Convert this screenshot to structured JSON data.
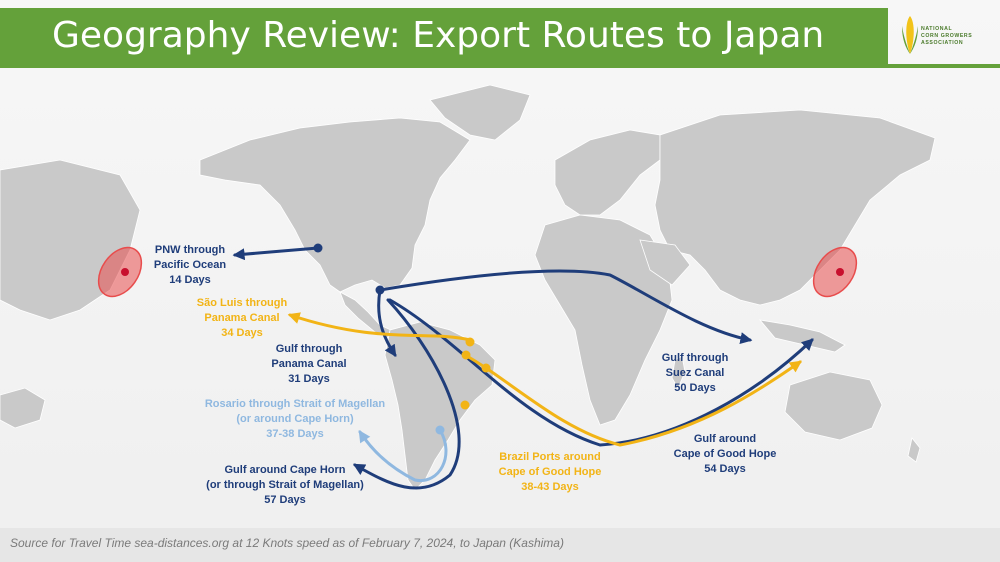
{
  "header": {
    "title": "Geography Review: Export Routes to Japan"
  },
  "logo": {
    "lines": [
      "NATIONAL",
      "CORN GROWERS",
      "ASSOCIATION"
    ]
  },
  "colors": {
    "header_green": "#64a13a",
    "gulf_route": "#1f3d7a",
    "brazil_route": "#f2b416",
    "argentina_route": "#8fb8e0",
    "land": "#c9c9c9",
    "japan_highlight": "#e84c4c"
  },
  "routes": [
    {
      "id": "pnw",
      "lines": [
        "PNW through",
        "Pacific Ocean",
        "14 Days"
      ]
    },
    {
      "id": "saoluis",
      "lines": [
        "São Luis through",
        "Panama Canal",
        "34 Days"
      ]
    },
    {
      "id": "gulf_panama",
      "lines": [
        "Gulf through",
        "Panama Canal",
        "31 Days"
      ]
    },
    {
      "id": "rosario",
      "lines": [
        "Rosario through Strait of Magellan",
        "(or around Cape Horn)",
        "37-38 Days"
      ]
    },
    {
      "id": "gulf_horn",
      "lines": [
        "Gulf around Cape Horn",
        "(or through Strait of Magellan)",
        "57 Days"
      ]
    },
    {
      "id": "brazil_cape",
      "lines": [
        "Brazil Ports around",
        "Cape of Good Hope",
        "38-43 Days"
      ]
    },
    {
      "id": "gulf_suez",
      "lines": [
        "Gulf through",
        "Suez Canal",
        "50 Days"
      ]
    },
    {
      "id": "gulf_cape",
      "lines": [
        "Gulf around",
        "Cape of Good Hope",
        "54 Days"
      ]
    }
  ],
  "footer": {
    "source": "Source for Travel Time sea-distances.org at 12 Knots speed as of February 7, 2024, to Japan (Kashima)"
  }
}
